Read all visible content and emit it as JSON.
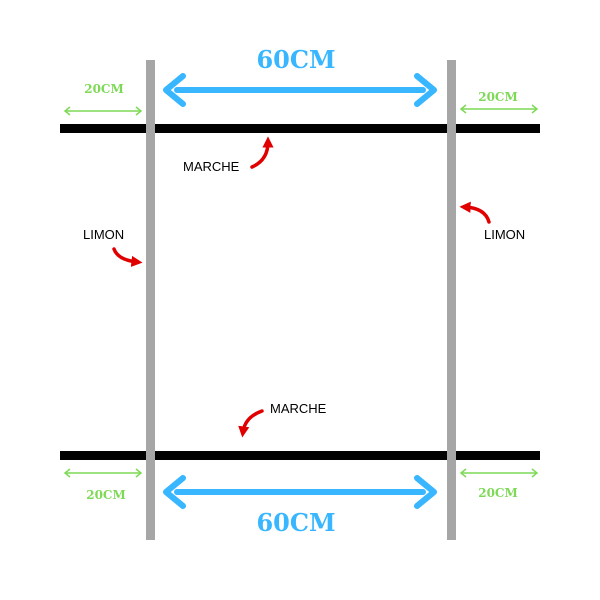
{
  "colors": {
    "marche_bar": "#000000",
    "limon_bar": "#a6a6a6",
    "main_dimension": "#38b6ff",
    "side_dimension": "#7ed957",
    "pointer_arrow": "#e00000",
    "label_text": "#000000"
  },
  "dimensions": {
    "top_main": "60CM",
    "bottom_main": "60CM",
    "top_left": "20CM",
    "top_right": "20CM",
    "bottom_left": "20CM",
    "bottom_right": "20CM"
  },
  "labels": {
    "marche_top": "MARCHE",
    "marche_bottom": "MARCHE",
    "limon_left": "LIMON",
    "limon_right": "LIMON"
  }
}
